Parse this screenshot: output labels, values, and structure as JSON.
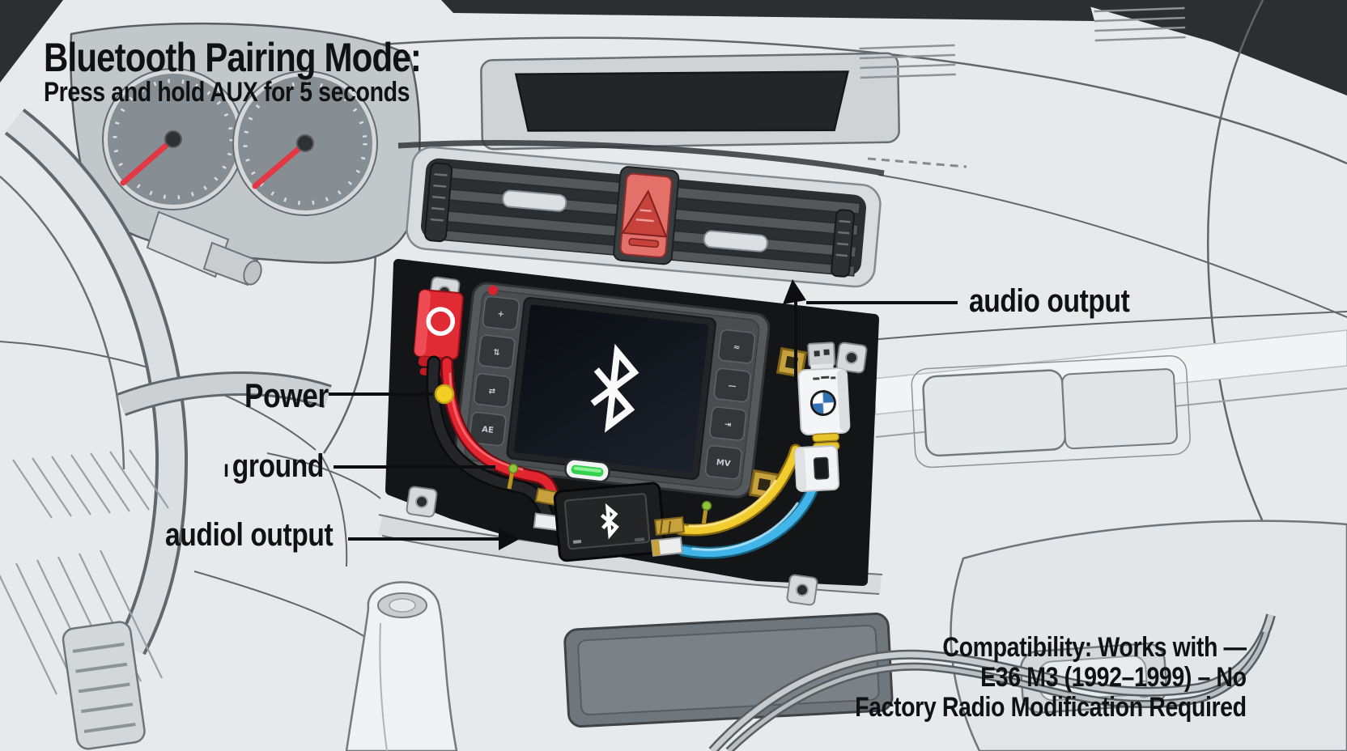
{
  "title": {
    "heading": "Bluetooth Pairing Mode:",
    "subheading": "Press and hold AUX for 5 seconds"
  },
  "callouts": {
    "power": {
      "label": "Power"
    },
    "ground": {
      "tick": "ı",
      "label": "ground"
    },
    "audio_output_left": {
      "label": "audiol output"
    },
    "audio_output_right": {
      "label": "audio output"
    }
  },
  "compatibility": {
    "line1": "Compatibility: Works with —",
    "line2": "E36 M3 (1992–1999) – No",
    "line3": "Factory Radio Modification Required"
  },
  "head_unit": {
    "screen_icon": "bluetooth-rune",
    "status_led": "green",
    "buttons_left": [
      "+",
      "⇅",
      "⇄",
      "AE"
    ],
    "buttons_right": [
      "≈",
      "—",
      "⇥",
      "MV"
    ]
  },
  "bluetooth_module": {
    "icon": "bluetooth-rune"
  },
  "usb_dongle": {
    "logo": "bmw-roundel"
  },
  "hazard_button": {
    "icon": "warning-triangle"
  },
  "wires": {
    "power_wire_color": "#e2252f",
    "ground_wire_color": "#232529",
    "audio_wire_yellow": "#f1cc2e",
    "audio_wire_blue": "#41b4e9",
    "power_dot_color": "#f3cf25",
    "status_led_color": "#35d14a"
  }
}
